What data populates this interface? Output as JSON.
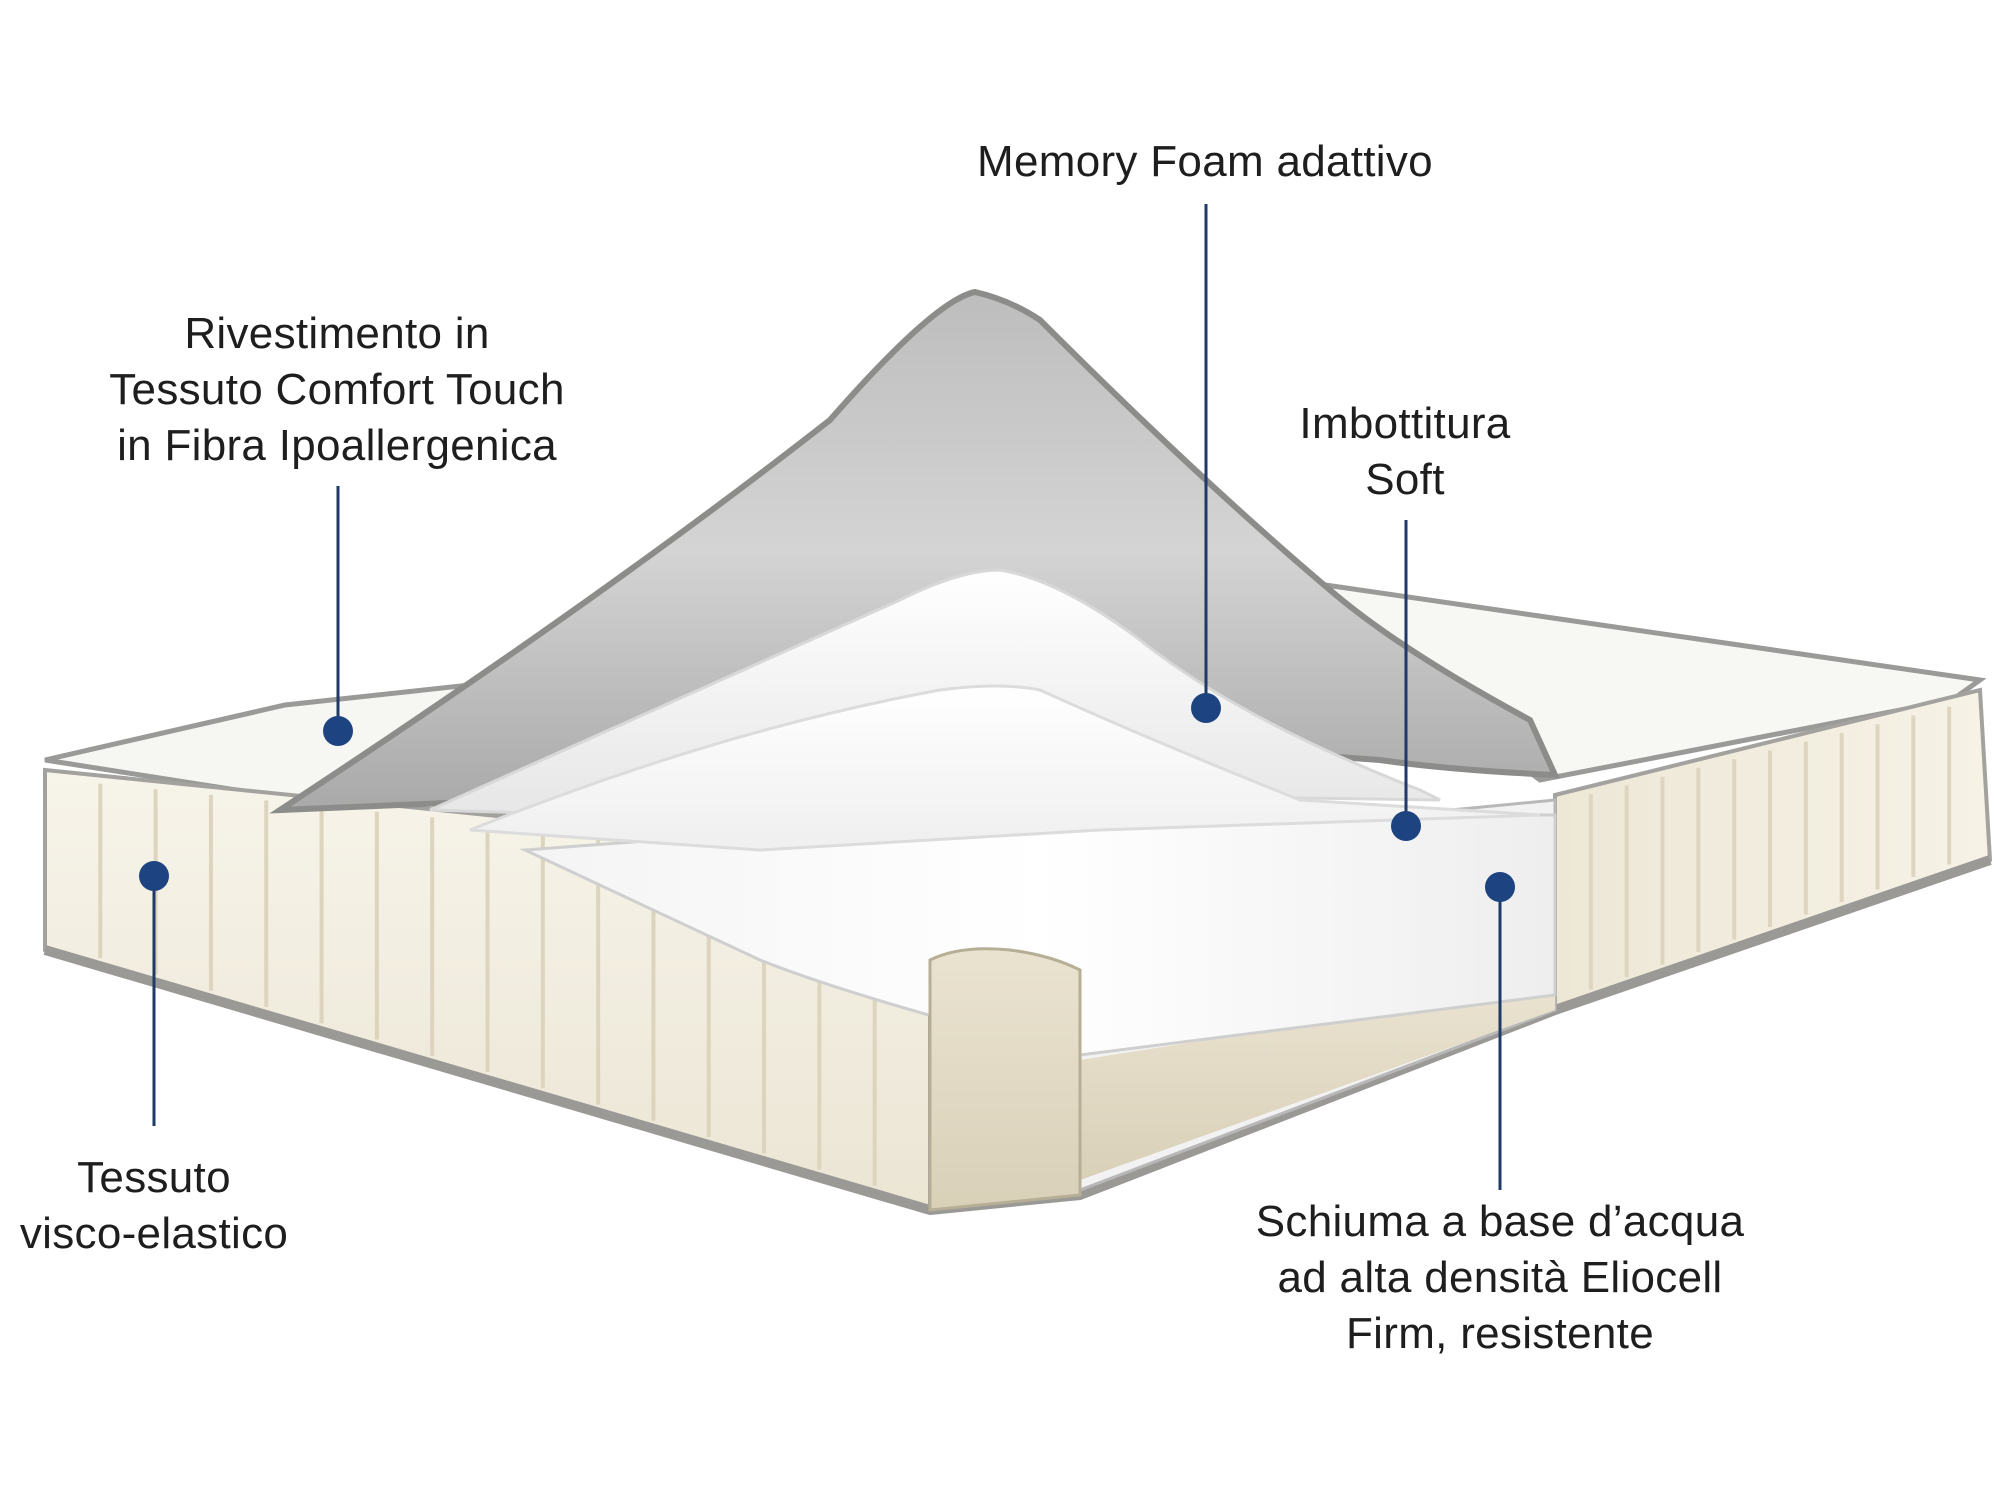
{
  "colors": {
    "leader_line": "#1f3a66",
    "marker": "#1d4480",
    "mattress_side": "#f3efe3",
    "mattress_top": "#f7f7f5",
    "piping": "#8e8e8c",
    "foam": "#ffffff",
    "cover_inner": "#c9c9c9",
    "base_foam": "#e7dec9"
  },
  "callouts": [
    {
      "id": "rivestimento",
      "lines": [
        "Rivestimento in",
        "Tessuto Comfort Touch",
        "in Fibra Ipoallergenica"
      ]
    },
    {
      "id": "memory-foam",
      "lines": [
        "Memory Foam adattivo"
      ]
    },
    {
      "id": "imbottitura",
      "lines": [
        "Imbottitura",
        "Soft"
      ]
    },
    {
      "id": "tessuto",
      "lines": [
        "Tessuto",
        "visco-elastico"
      ]
    },
    {
      "id": "schiuma",
      "lines": [
        "Schiuma a base d’acqua",
        "ad alta densità Eliocell",
        "Firm, resistente"
      ]
    }
  ]
}
